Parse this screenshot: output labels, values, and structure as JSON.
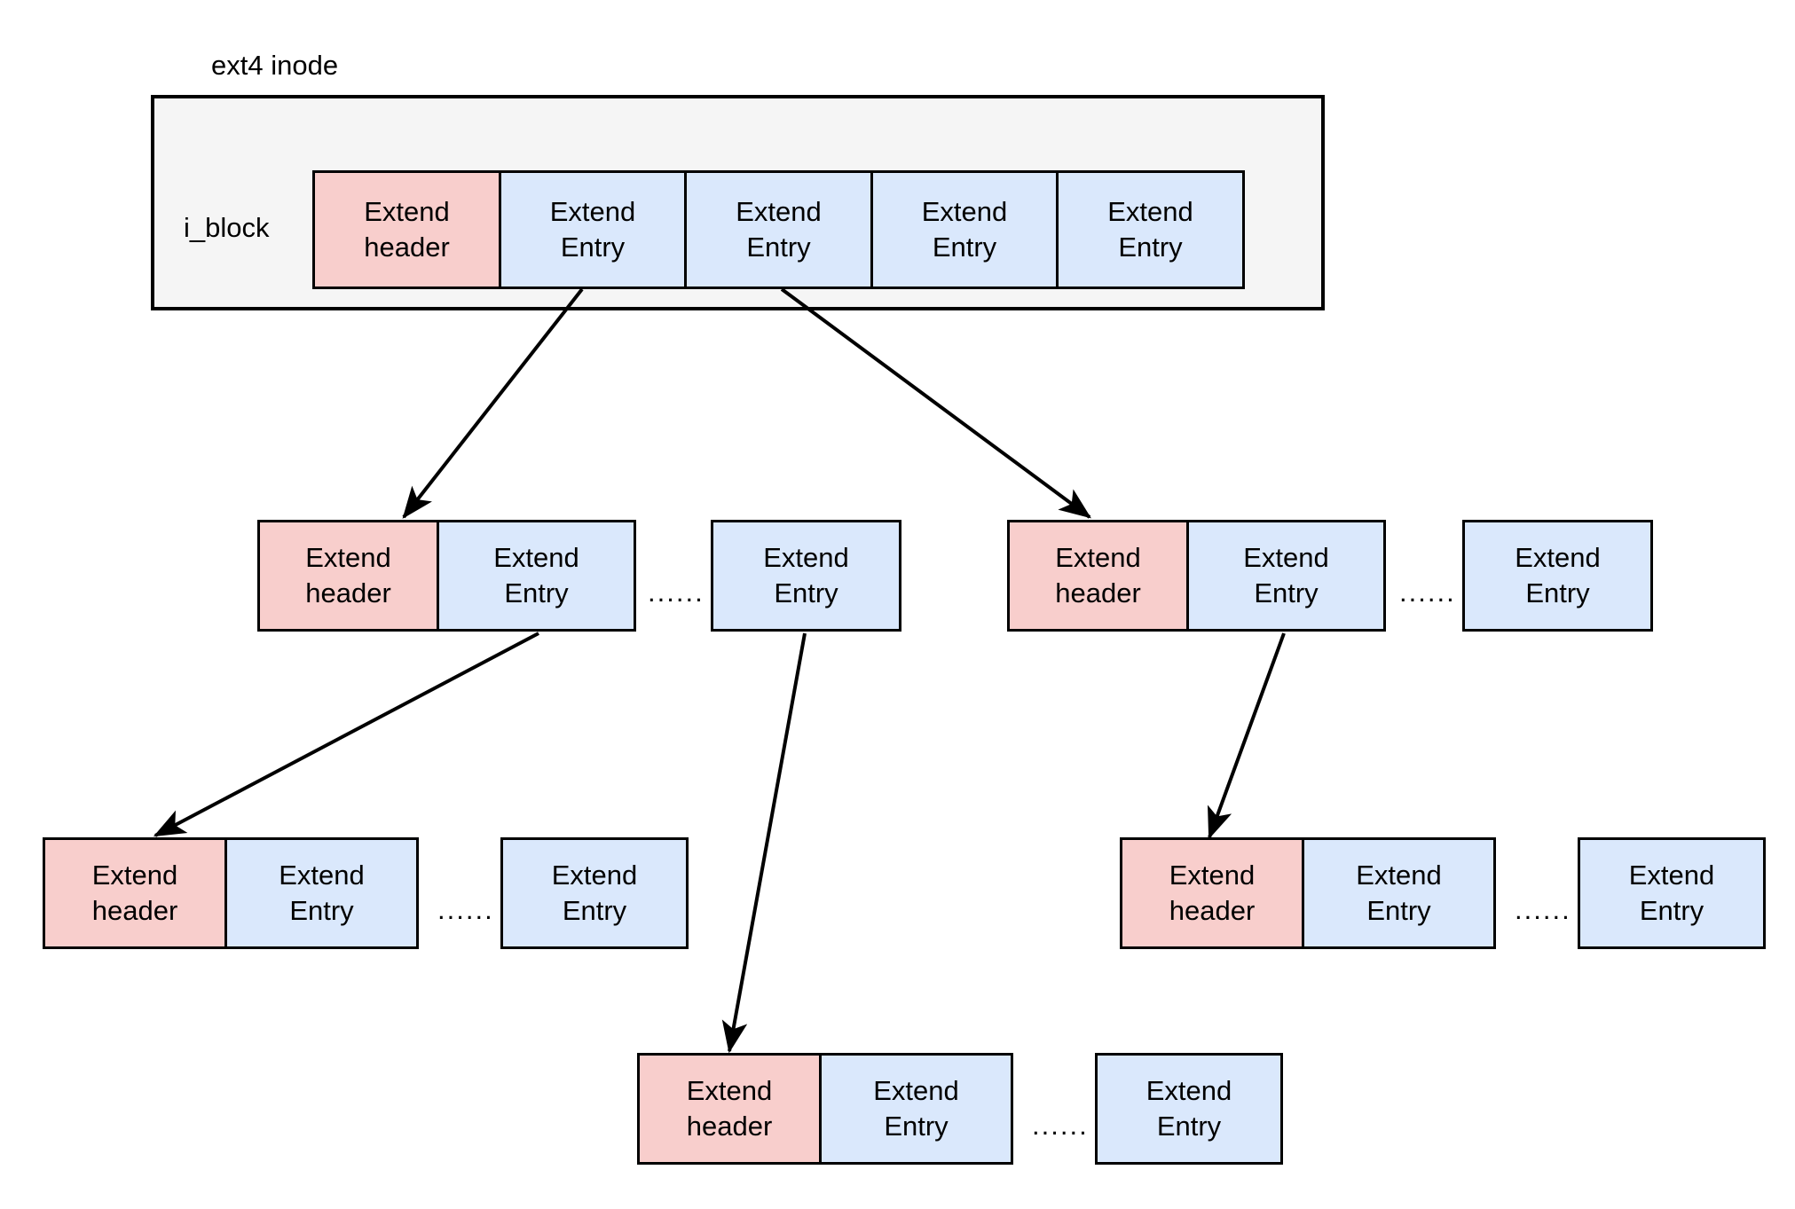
{
  "diagram": {
    "title": "ext4 inode",
    "labels": {
      "inode_title": "ext4 inode",
      "i_block": "i_block",
      "extent_header": "Extend\nheader",
      "extent_entry": "Extend\nEntry",
      "ellipsis": "......"
    },
    "colors": {
      "header_fill": "#f8cecc",
      "entry_fill": "#dae8fc",
      "inode_fill": "#f5f5f5",
      "stroke": "#000000",
      "page_background": "#ffffff"
    },
    "levels": [
      {
        "name": "inode-i-block-row",
        "container": "ext4 inode",
        "nodes": [
          {
            "kind": "header",
            "label": "Extend\nheader"
          },
          {
            "kind": "entry",
            "label": "Extend\nEntry"
          },
          {
            "kind": "entry",
            "label": "Extend\nEntry"
          },
          {
            "kind": "entry",
            "label": "Extend\nEntry"
          },
          {
            "kind": "entry",
            "label": "Extend\nEntry"
          }
        ]
      },
      {
        "name": "level-1-block-a",
        "nodes": [
          {
            "kind": "header",
            "label": "Extend\nheader"
          },
          {
            "kind": "entry",
            "label": "Extend\nEntry"
          },
          {
            "kind": "ellipsis",
            "label": "......"
          },
          {
            "kind": "entry",
            "label": "Extend\nEntry"
          }
        ]
      },
      {
        "name": "level-1-block-b",
        "nodes": [
          {
            "kind": "header",
            "label": "Extend\nheader"
          },
          {
            "kind": "entry",
            "label": "Extend\nEntry"
          },
          {
            "kind": "ellipsis",
            "label": "......"
          },
          {
            "kind": "entry",
            "label": "Extend\nEntry"
          }
        ]
      },
      {
        "name": "level-2-block-a",
        "nodes": [
          {
            "kind": "header",
            "label": "Extend\nheader"
          },
          {
            "kind": "entry",
            "label": "Extend\nEntry"
          },
          {
            "kind": "ellipsis",
            "label": "......"
          },
          {
            "kind": "entry",
            "label": "Extend\nEntry"
          }
        ]
      },
      {
        "name": "level-2-block-b",
        "nodes": [
          {
            "kind": "header",
            "label": "Extend\nheader"
          },
          {
            "kind": "entry",
            "label": "Extend\nEntry"
          },
          {
            "kind": "ellipsis",
            "label": "......"
          },
          {
            "kind": "entry",
            "label": "Extend\nEntry"
          }
        ]
      },
      {
        "name": "level-3-block",
        "nodes": [
          {
            "kind": "header",
            "label": "Extend\nheader"
          },
          {
            "kind": "entry",
            "label": "Extend\nEntry"
          },
          {
            "kind": "ellipsis",
            "label": "......"
          },
          {
            "kind": "entry",
            "label": "Extend\nEntry"
          }
        ]
      }
    ],
    "arrow_count": 5
  }
}
